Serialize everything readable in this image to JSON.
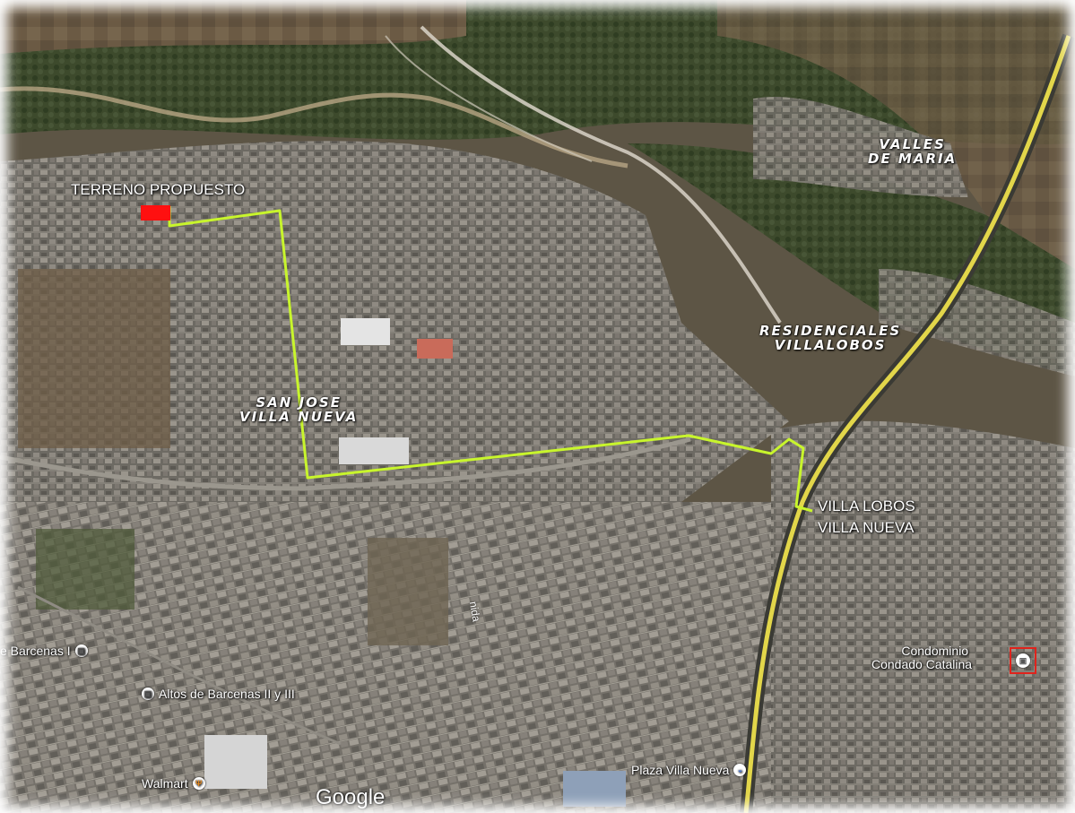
{
  "map": {
    "view": "satellite",
    "colors": {
      "route": "#c8f52c",
      "site_marker": "#ff1010",
      "highway": "#e2d64a",
      "condo_box": "#e0231c"
    },
    "site": {
      "label": "TERRENO PROPUESTO"
    },
    "areas": [
      {
        "line1": "VALLES",
        "line2": "DE MARIA"
      },
      {
        "line1": "RESIDENCIALES",
        "line2": "VILLALOBOS"
      },
      {
        "line1": "SAN JOSE",
        "line2": "VILLA NUEVA"
      }
    ],
    "destination": {
      "line1": "VILLA LOBOS",
      "line2": "VILLA NUEVA"
    },
    "pois": [
      {
        "label": "e Barcenas I",
        "icon": "building-icon"
      },
      {
        "label": "Altos de Barcenas II y III",
        "icon": "building-icon"
      },
      {
        "label": "Walmart",
        "icon": "restaurant-icon"
      },
      {
        "label": "Plaza Villa Nueva",
        "icon": "shopping-icon"
      },
      {
        "label_line1": "Condominio",
        "label_line2": "Condado Catalina",
        "icon": "building-icon"
      }
    ],
    "street_label": "nida",
    "brand": "Google"
  }
}
